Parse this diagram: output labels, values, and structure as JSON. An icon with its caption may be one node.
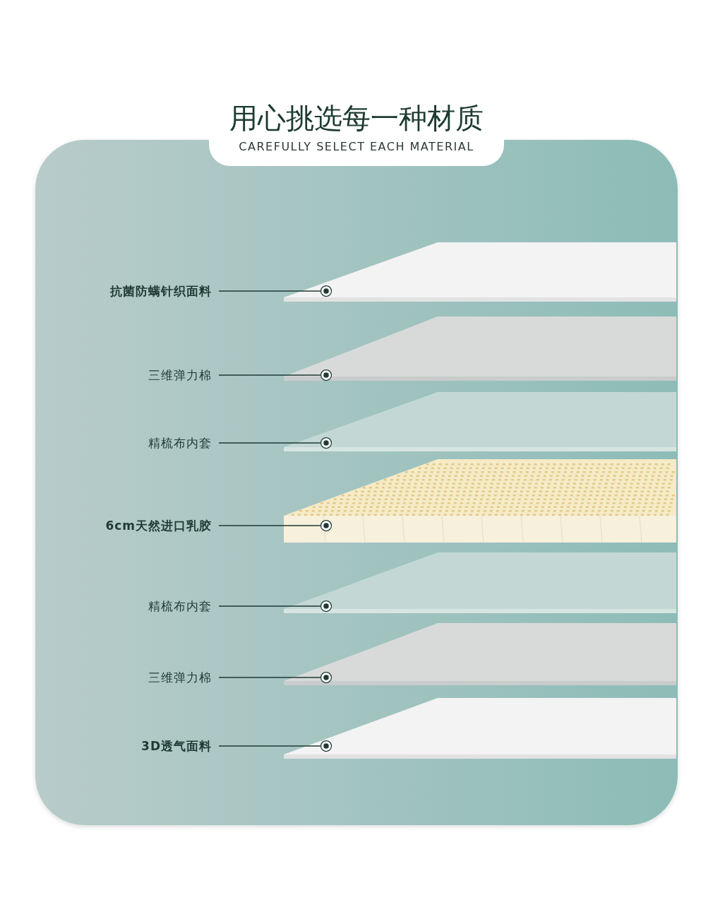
{
  "diagram": {
    "title": "用心挑选每一种材质",
    "nodes": [
      {
        "text": [
          "抗菌防螨针织面料"
        ]
      },
      {
        "text": [
          "三维弹力棉"
        ]
      },
      {
        "text": [
          "精梳布内套"
        ]
      },
      {
        "text": [
          "6cm天然进口乳胶"
        ]
      },
      {
        "text": [
          "精梳布内套"
        ]
      },
      {
        "text": [
          "三维弹力棉"
        ]
      },
      {
        "text": [
          "3D透气面料"
        ]
      },
      {
        "text": [],
        "shape": "box"
      },
      {
        "text": [],
        "shape": "box"
      },
      {
        "text": [],
        "shape": "box"
      },
      {
        "text": [],
        "shape": "box"
      },
      {
        "text": [],
        "shape": "box"
      },
      {
        "text": [],
        "shape": "box"
      },
      {
        "text": [],
        "shape": "box"
      }
    ],
    "edges": [
      {
        "from": 0,
        "to": 7,
        "arrow": "other"
      },
      {
        "from": 1,
        "to": 8,
        "arrow": "other"
      },
      {
        "from": 2,
        "to": 9,
        "arrow": "other"
      },
      {
        "from": 3,
        "to": 10,
        "arrow": "other"
      },
      {
        "from": 4,
        "to": 11,
        "arrow": "other"
      },
      {
        "from": 5,
        "to": 12,
        "arrow": "other"
      },
      {
        "from": 6,
        "to": 13,
        "arrow": "other"
      }
    ],
    "labels": [
      "CAREFULLY SELECT EACH MATERIAL"
    ]
  }
}
